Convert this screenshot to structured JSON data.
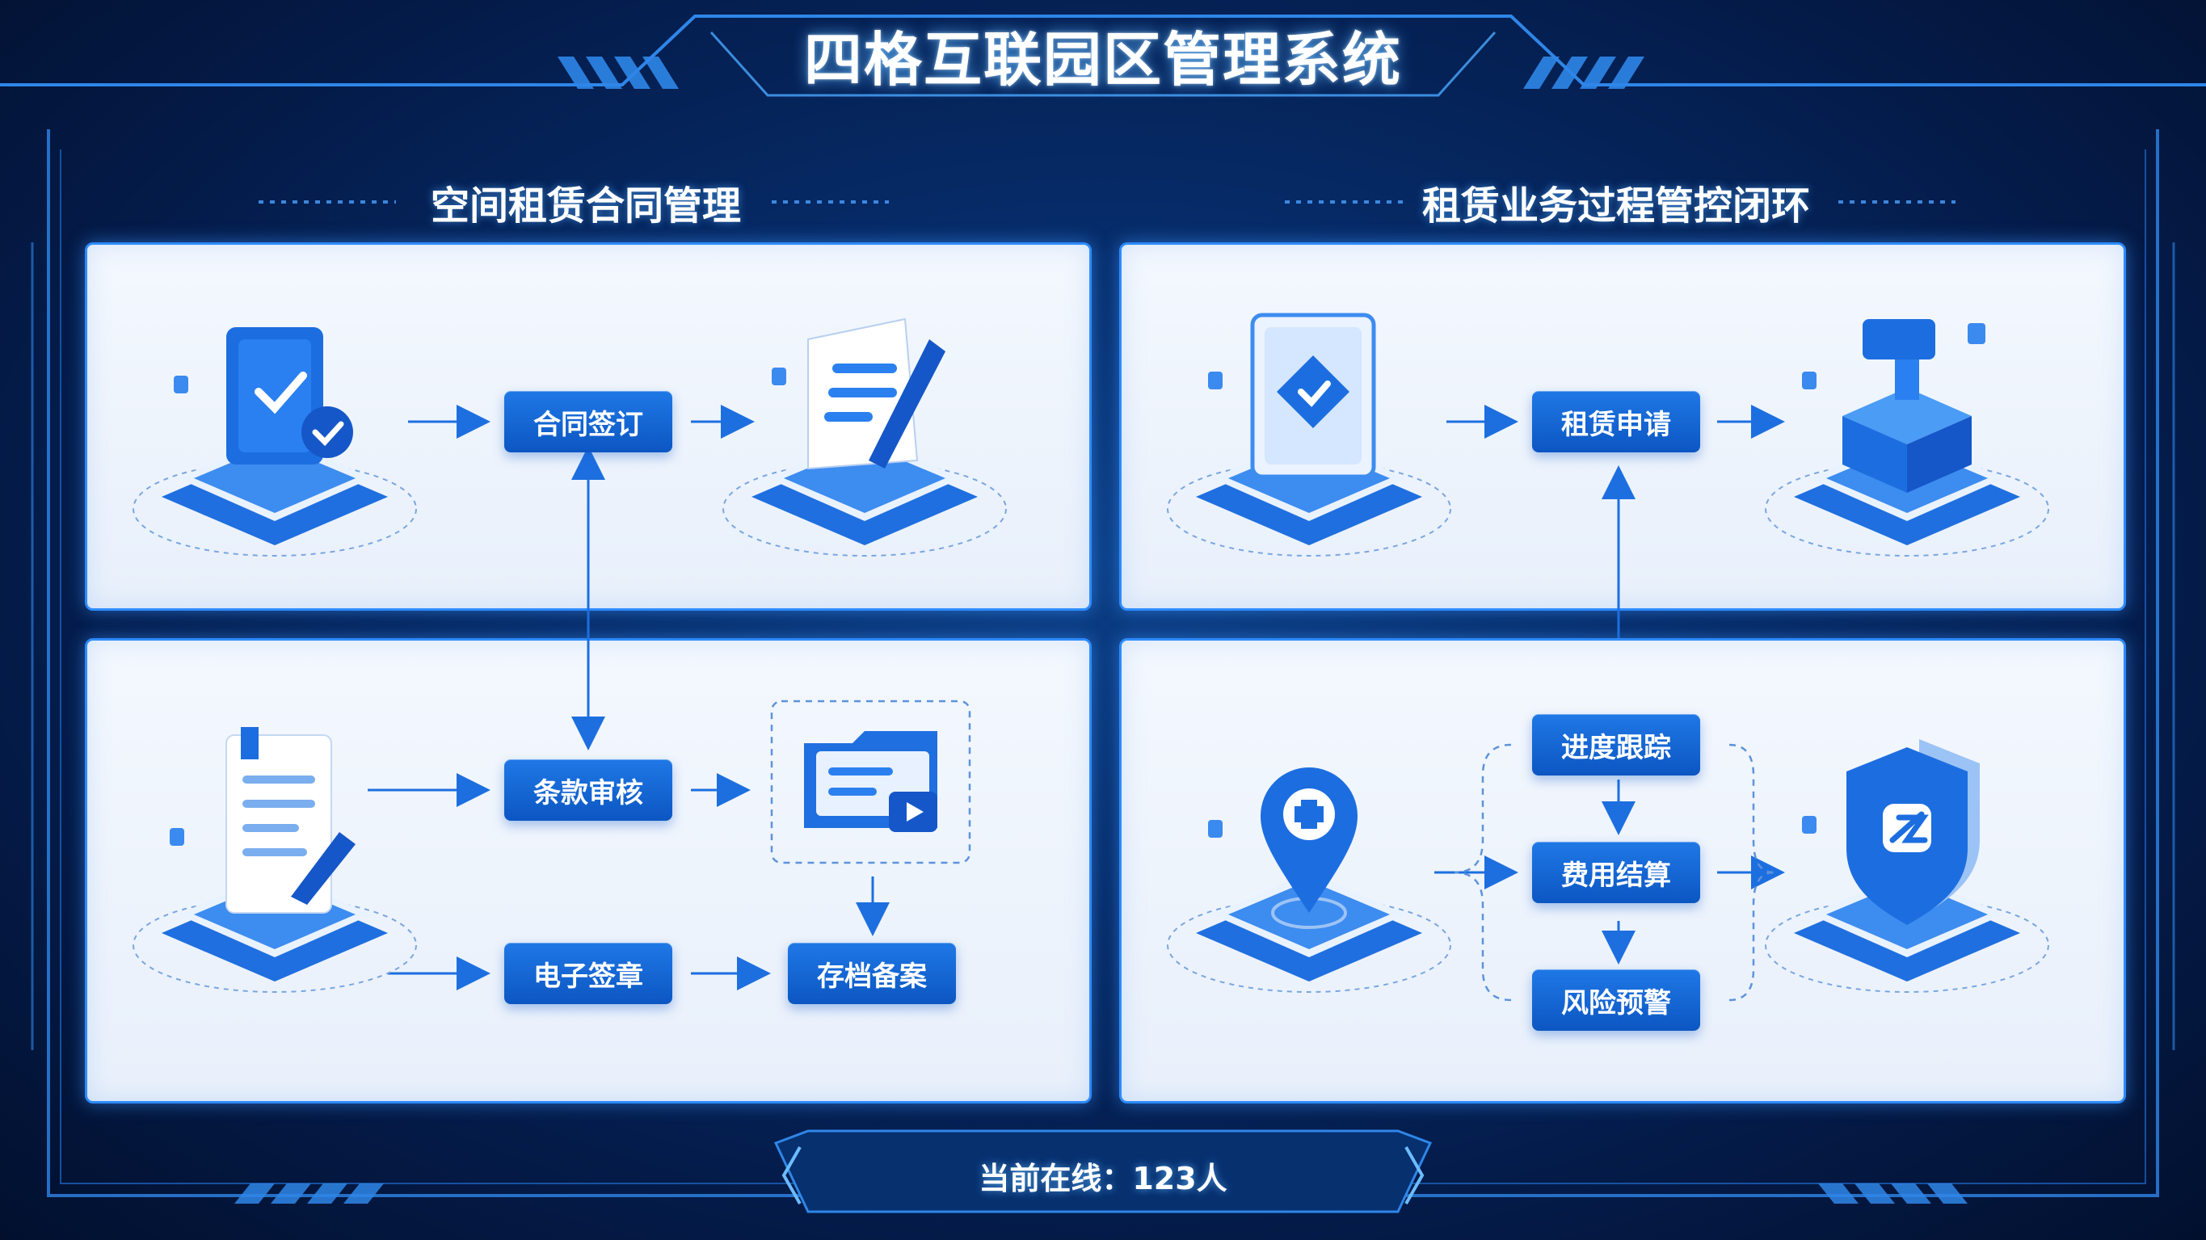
{
  "title": "四格互联园区管理系统",
  "sections": {
    "left_title": "空间租赁合同管理",
    "right_title": "租赁业务过程管控闭环"
  },
  "left_flow": {
    "sign": "合同签订",
    "review": "条款审核",
    "seal": "电子签章",
    "archive": "存档备案"
  },
  "right_flow": {
    "apply": "租赁申请",
    "progress": "进度跟踪",
    "settlement": "费用结算",
    "risk": "风险预警"
  },
  "status": {
    "online_label": "当前在线：123人"
  },
  "colors": {
    "accent": "#1f78e6",
    "panel_border": "#2d8bff",
    "background": "#062a66"
  }
}
